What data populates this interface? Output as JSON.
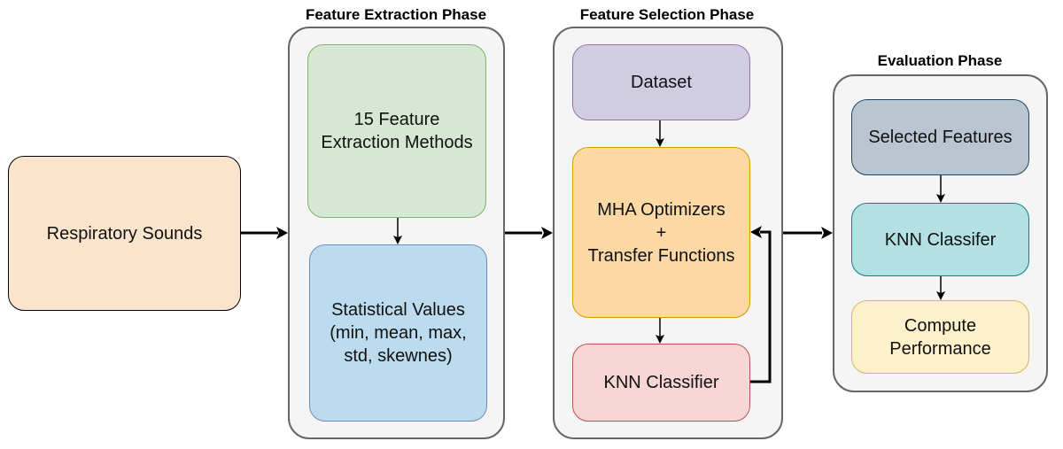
{
  "phases": {
    "extraction": {
      "title": "Feature Extraction Phase"
    },
    "selection": {
      "title": "Feature Selection Phase"
    },
    "evaluation": {
      "title": "Evaluation Phase"
    }
  },
  "nodes": {
    "respiratory_sounds": {
      "label": "Respiratory Sounds",
      "fill": "#fae5cc",
      "stroke": "#000000"
    },
    "feature_methods": {
      "label": "15 Feature\nExtraction Methods",
      "fill": "#d6e8d4",
      "stroke": "#82b366"
    },
    "statistical_values": {
      "label": "Statistical Values\n(min, mean, max,\nstd, skewnes)",
      "fill": "#bcdbee",
      "stroke": "#6c8ebf"
    },
    "dataset": {
      "label": "Dataset",
      "fill": "#d0cde2",
      "stroke": "#9673a6"
    },
    "mha_optimizers": {
      "label": "MHA Optimizers\n+\nTransfer Functions",
      "fill": "#fbd8a4",
      "stroke": "#d79b00"
    },
    "knn_classifier": {
      "label": "KNN Classifier",
      "fill": "#f7d6d5",
      "stroke": "#b85450"
    },
    "selected_features": {
      "label": "Selected Features",
      "fill": "#b9c6d1",
      "stroke": "#23445d"
    },
    "knn_classifer_eval": {
      "label": "KNN Classifer",
      "fill": "#b3e0e3",
      "stroke": "#0e8088"
    },
    "compute_performance": {
      "label": "Compute\nPerformance",
      "fill": "#fdf1cb",
      "stroke": "#d6b656"
    }
  },
  "colors": {
    "container_fill": "#f5f5f5",
    "container_stroke": "#666666",
    "arrow": "#000000"
  }
}
